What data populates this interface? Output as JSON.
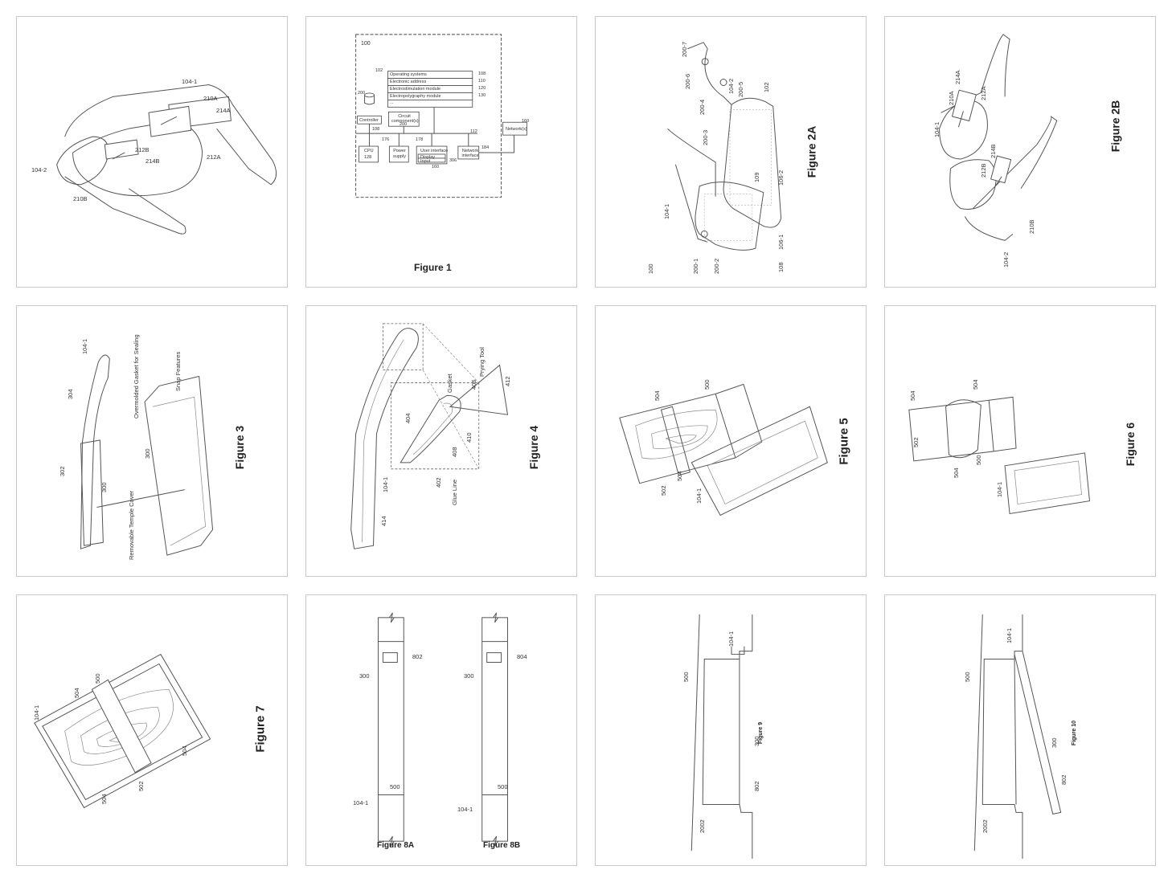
{
  "figures": {
    "glasses_insert": {
      "labels": [
        "104-1",
        "210A",
        "214A",
        "212B",
        "214B",
        "212A",
        "104-2",
        "210B"
      ]
    },
    "fig1": {
      "caption": "Figure 1",
      "labels": {
        "system": "100",
        "controller_num": "102",
        "db_num": "200",
        "controller": "Controller",
        "controller_id": "108",
        "os": "Operating systems",
        "address": "Electronic address",
        "stimulation": "Electrostimulation module",
        "polygraphy": "Electropolygraphy module",
        "ellipsis": "...",
        "n108": "108",
        "n110": "110",
        "n120": "120",
        "n130": "130",
        "circuit": "Circuit component(s)",
        "circuit_id": "200",
        "bus": "112",
        "cpu": "CPU",
        "cpu_id": "128",
        "power": "Power supply",
        "ui": "User interface",
        "display": "Display",
        "input": "Input",
        "ui_num": "306",
        "input_num": "160",
        "netif": "Network interface",
        "netif_num": "184",
        "network": "Network(s)",
        "network_num": "160",
        "n176": "176",
        "n178": "178"
      }
    },
    "fig2a": {
      "caption": "Figure 2A",
      "labels": [
        "200-7",
        "200-6",
        "104-2",
        "200-5",
        "102",
        "200-4",
        "200-3",
        "106-2",
        "104-1",
        "106-1",
        "108",
        "100",
        "200-1",
        "200-2",
        "109"
      ]
    },
    "fig2b": {
      "caption": "Figure 2B",
      "labels": [
        "104-1",
        "210A",
        "214A",
        "212A",
        "212B",
        "214B",
        "210B",
        "104-2"
      ]
    },
    "fig3": {
      "caption": "Figure 3",
      "labels": [
        "104-1",
        "Overmolded Gasket for Sealing",
        "Snap Features",
        "304",
        "302",
        "300",
        "Removable Temple Cover",
        "300"
      ]
    },
    "fig4": {
      "caption": "Figure 4",
      "labels": [
        "Prying Tool",
        "Gasket",
        "406",
        "412",
        "404",
        "410",
        "408",
        "402",
        "Glue Line",
        "104-1",
        "414"
      ]
    },
    "fig5": {
      "caption": "Figure 5",
      "labels": [
        "504",
        "500",
        "502",
        "504",
        "104-1"
      ]
    },
    "fig6": {
      "caption": "Figure 6",
      "labels": [
        "504",
        "504",
        "502",
        "504",
        "500",
        "104-1"
      ]
    },
    "fig7": {
      "caption": "Figure 7",
      "labels": [
        "104-1",
        "504",
        "500",
        "502",
        "504",
        "504"
      ]
    },
    "fig8a": {
      "caption": "Figure 8A",
      "labels": [
        "802",
        "300",
        "500",
        "104-1"
      ]
    },
    "fig8b": {
      "caption": "Figure 8B",
      "labels": [
        "804",
        "300",
        "500",
        "104-1"
      ]
    },
    "fig9": {
      "caption": "Figure 9",
      "labels": [
        "104-1",
        "500",
        "300",
        "802",
        "2002"
      ]
    },
    "fig10": {
      "caption": "Figure 10",
      "labels": [
        "104-1",
        "500",
        "300",
        "802",
        "2002"
      ]
    }
  }
}
